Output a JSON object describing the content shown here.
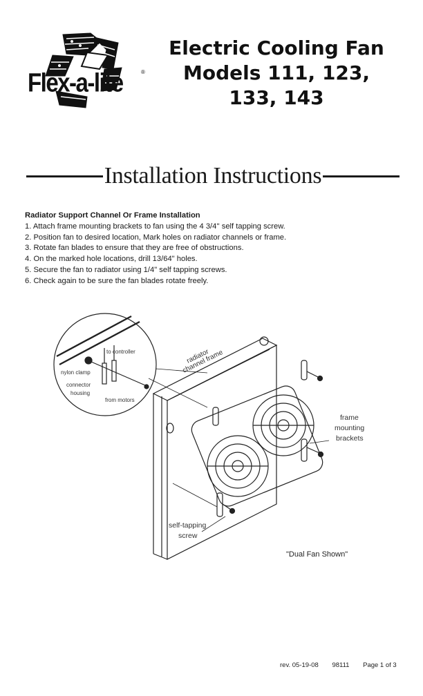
{
  "logo": {
    "brand": "Flex-a-lite",
    "registered_mark": "®"
  },
  "header": {
    "title_lines": [
      "Electric Cooling Fan",
      "Models 111, 123,",
      "133, 143"
    ]
  },
  "heading": "Installation Instructions",
  "section": {
    "title": "Radiator Support Channel Or Frame Installation",
    "steps": [
      "1. Attach frame mounting brackets to fan using the 4 3/4'' self tapping screw.",
      "2. Position fan to desired location, Mark holes on radiator channels or frame.",
      "3. Rotate fan blades to ensure that they are free of obstructions.",
      "4. On the marked hole locations, drill 13/64\" holes.",
      "5. Secure the fan to radiator using 1/4\" self tapping screws.",
      "6. Check again to be sure the fan blades rotate freely."
    ]
  },
  "diagram": {
    "labels": {
      "to_controller": "to controller",
      "nylon_clamp": "nylon clamp",
      "connector": "connector",
      "housing": "housing",
      "from_motors": "from motors",
      "radiator": "radiator",
      "channel_frame": "channel frame",
      "frame": "frame",
      "mounting": "mounting",
      "brackets": "brackets",
      "self_tapping": "self-tapping",
      "screw": "screw"
    },
    "caption": "\"Dual Fan Shown\""
  },
  "footer": {
    "revision": "rev. 05-19-08",
    "part_number": "98111",
    "page": "Page 1 of 3"
  }
}
